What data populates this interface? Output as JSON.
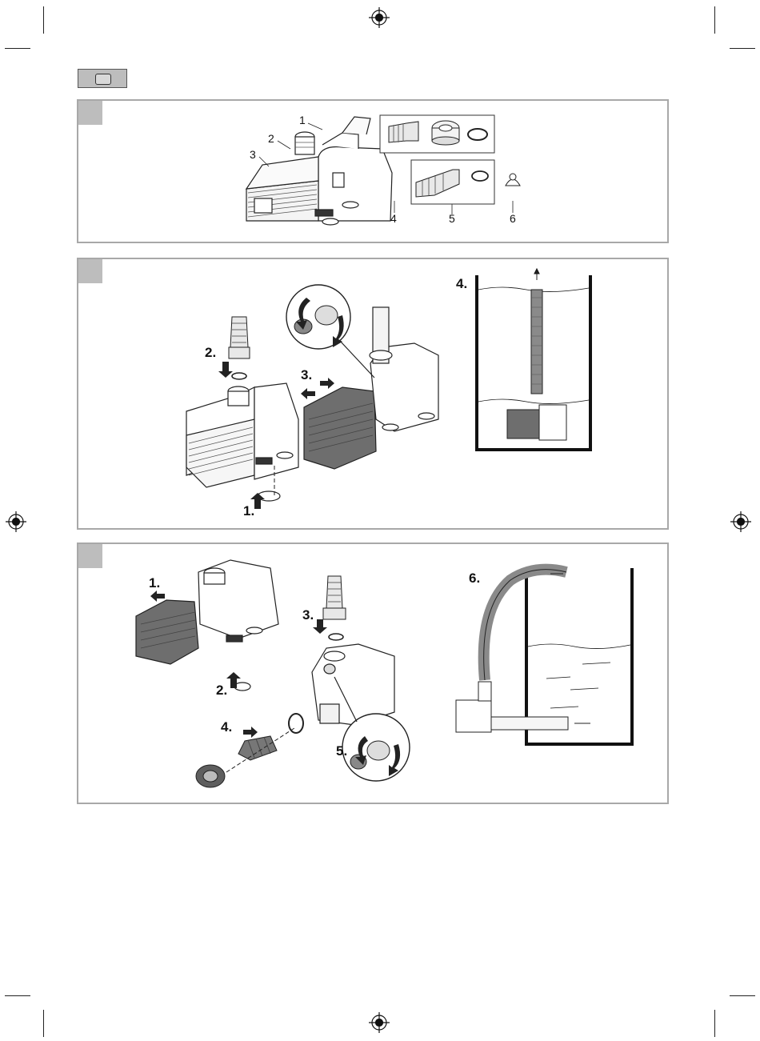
{
  "page": {
    "language_box_icon": "flag-placeholder-icon"
  },
  "panel1": {
    "callouts": {
      "c1": "1",
      "c2": "2",
      "c3": "3",
      "c4": "4",
      "c5": "5",
      "c6": "6"
    }
  },
  "panel2": {
    "steps": {
      "s1": "1.",
      "s2": "2.",
      "s3": "3.",
      "s4": "4."
    }
  },
  "panel3": {
    "steps": {
      "s1": "1.",
      "s2": "2.",
      "s3": "3.",
      "s4": "4.",
      "s5": "5.",
      "s6": "6."
    }
  },
  "colors": {
    "panel_border": "#a8a8a8",
    "tab_fill": "#bdbdbd",
    "dark_part": "#6e6e6e",
    "hose": "#8a8a8a"
  }
}
